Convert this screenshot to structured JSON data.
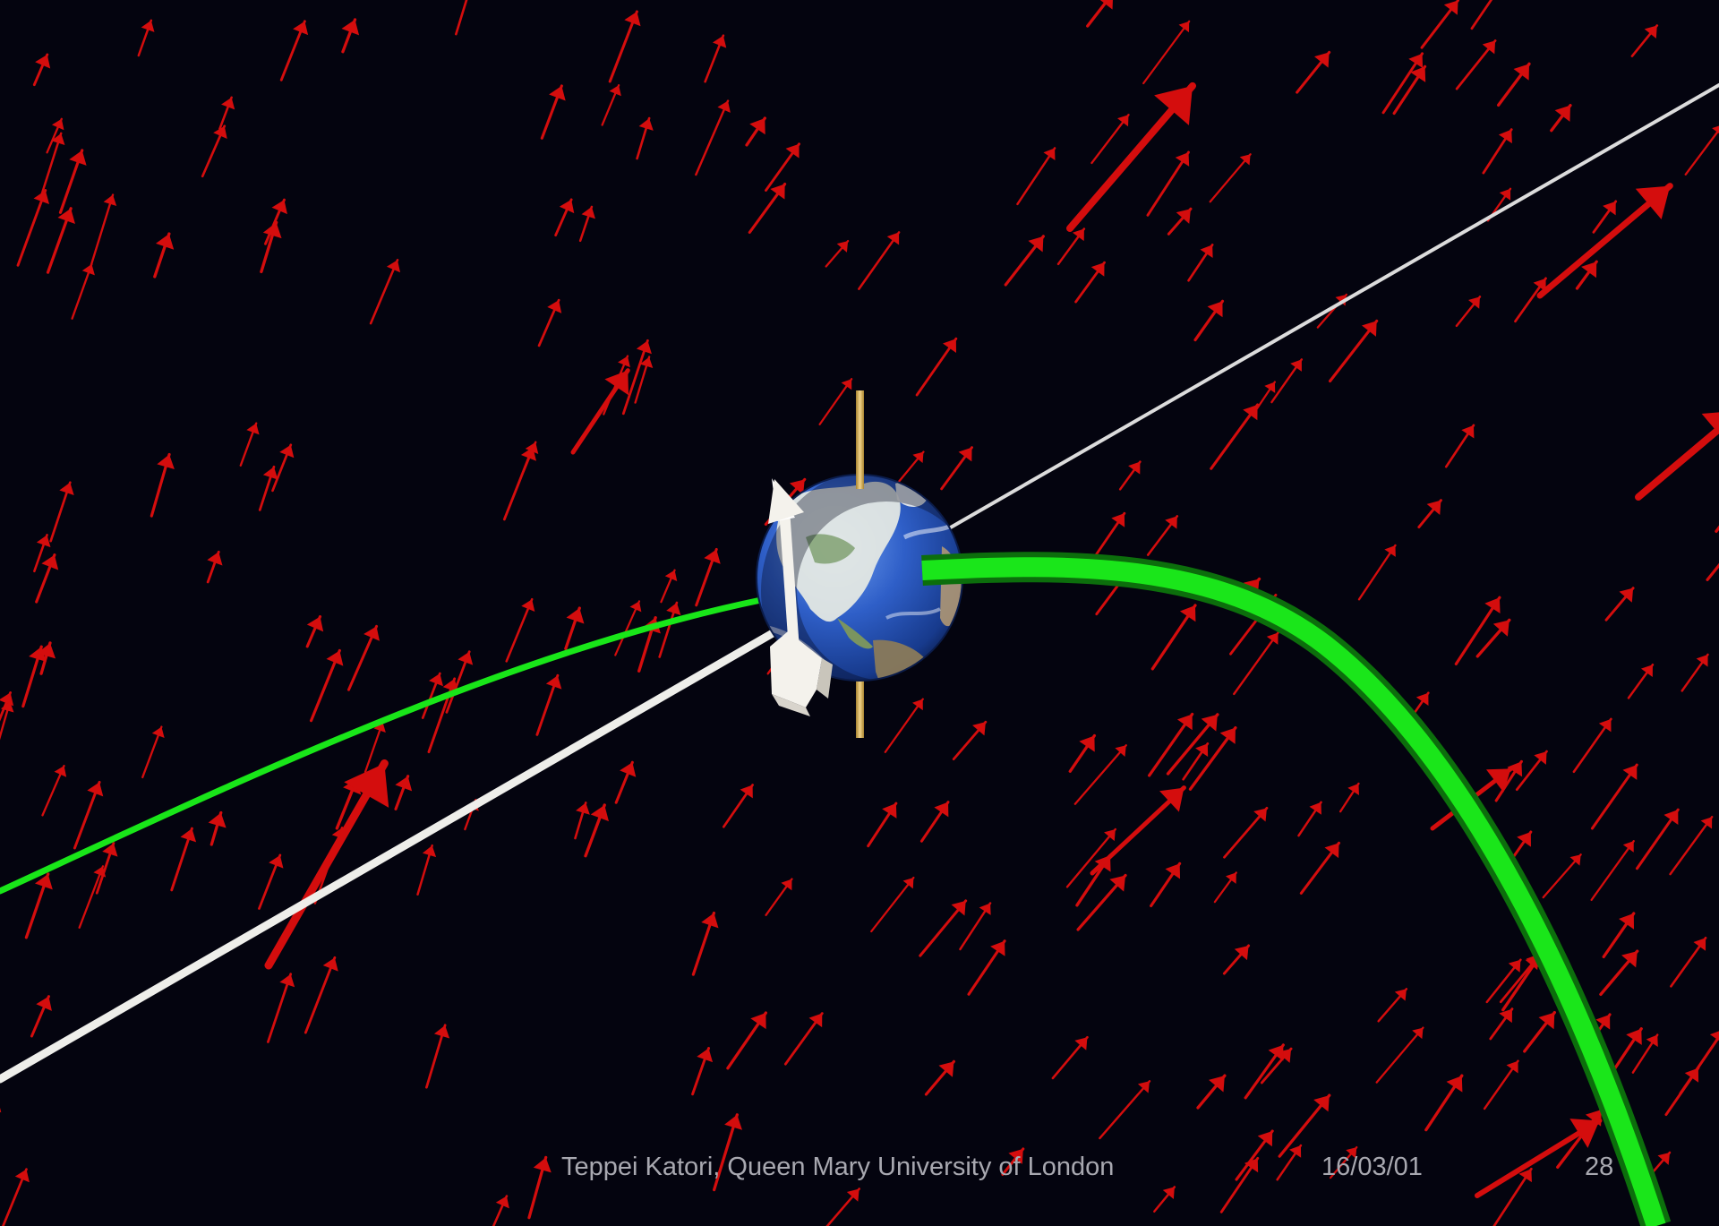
{
  "footer": {
    "author": "Teppei Katori, Queen Mary University of London",
    "date": "16/03/01",
    "page": "28"
  },
  "colors": {
    "background": "#04040f",
    "field_arrow": "#d40d0d",
    "green_path": "#19e619",
    "white_path": "#eeeeea",
    "earth_ocean": "#2f5fc8",
    "earth_land": "#e8ece4",
    "rotation_axis": "#e0b860",
    "detector": "#f4f2ec"
  },
  "icons": {
    "field_arrows": "red-vector-arrows",
    "earth": "earth-globe",
    "axis": "rotation-axis",
    "detector": "white-arrow-detector"
  }
}
